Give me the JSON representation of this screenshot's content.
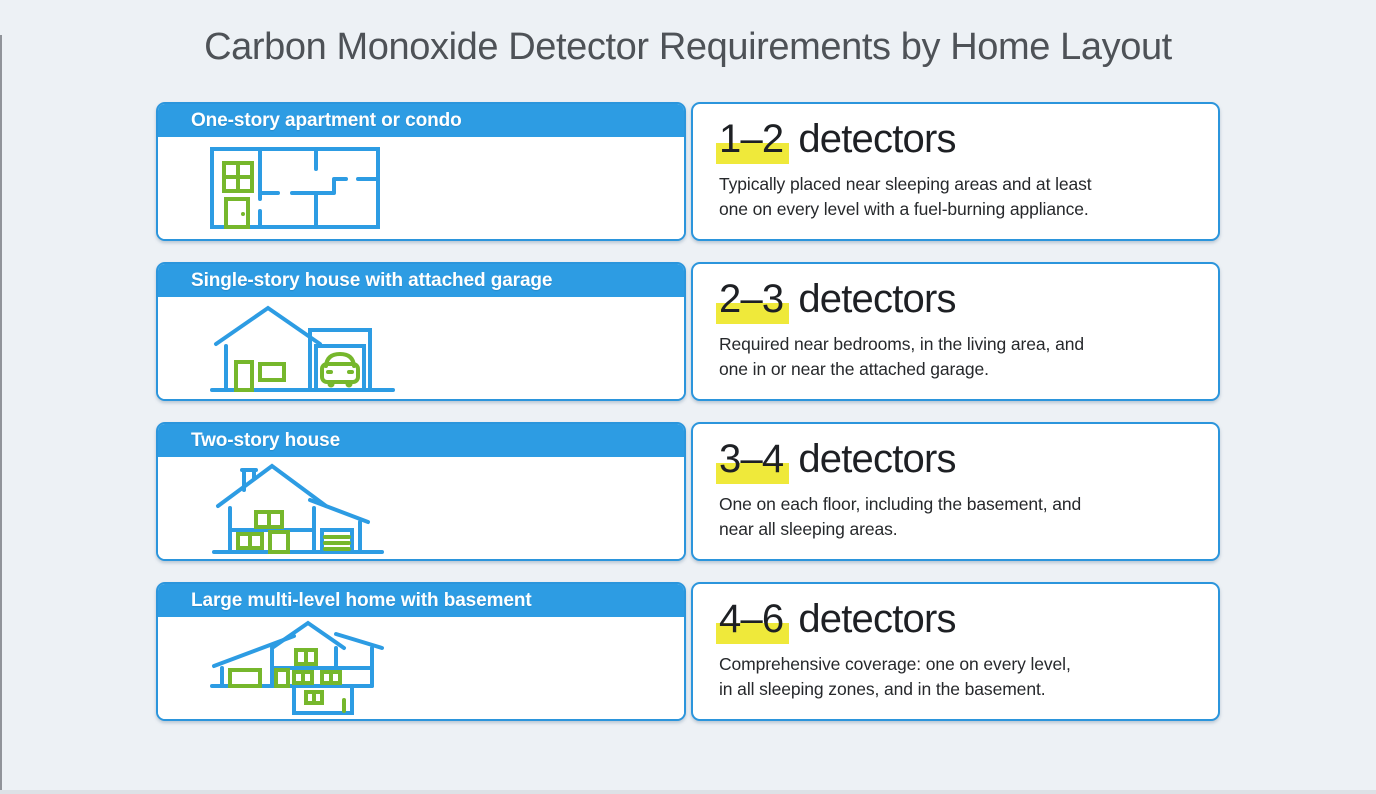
{
  "page": {
    "title": "Carbon Monoxide Detector Requirements by Home Layout"
  },
  "colors": {
    "accent_blue": "#2d9ce3",
    "icon_green": "#76b72c",
    "highlight_yellow": "#efe93a",
    "background": "#edf1f5",
    "card_white": "#ffffff"
  },
  "rows": [
    {
      "layout": "One-story apartment or condo",
      "icon": "floorplan-icon",
      "count": "1–2",
      "count_label": "detectors",
      "desc_lines": [
        "Typically placed near sleeping areas and at least",
        "one on every level with a fuel-burning appliance."
      ]
    },
    {
      "layout": "Single-story house with attached garage",
      "icon": "house-garage-icon",
      "count": "2–3",
      "count_label": "detectors",
      "desc_lines": [
        "Required near bedrooms, in the living area, and",
        "one in or near the attached garage."
      ]
    },
    {
      "layout": "Two-story house",
      "icon": "two-story-house-icon",
      "count": "3–4",
      "count_label": "detectors",
      "desc_lines": [
        "One on each floor, including the basement, and",
        "near all sleeping areas."
      ]
    },
    {
      "layout": "Large multi-level home with basement",
      "icon": "multi-level-home-icon",
      "count": "4–6",
      "count_label": "detectors",
      "desc_lines": [
        "Comprehensive coverage: one on every level,",
        "in all sleeping zones, and in the basement."
      ]
    }
  ]
}
